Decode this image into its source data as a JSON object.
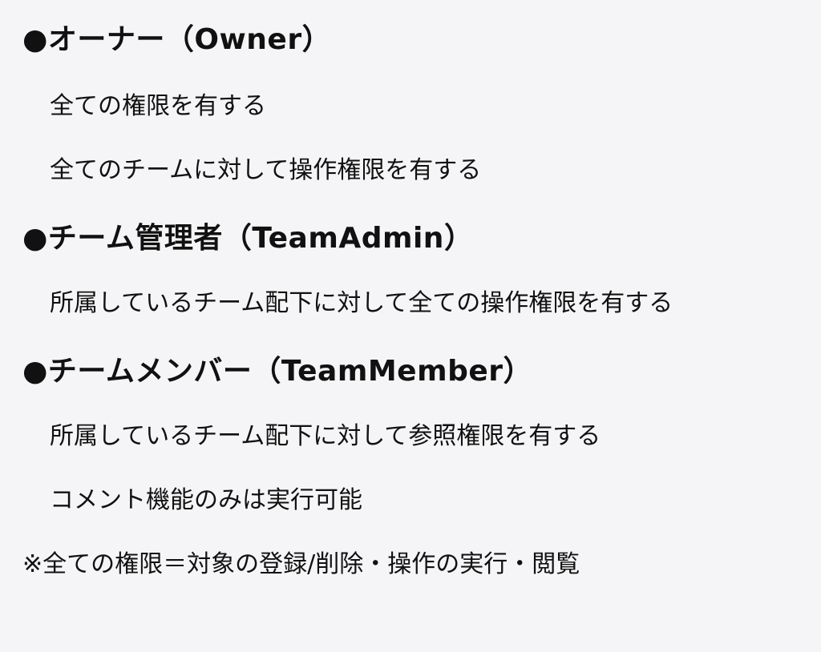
{
  "roles": {
    "owner": {
      "heading": "●オーナー（Owner）",
      "lines": [
        "全ての権限を有する",
        "全てのチームに対して操作権限を有する"
      ]
    },
    "team_admin": {
      "heading": "●チーム管理者（TeamAdmin）",
      "lines": [
        "所属しているチーム配下に対して全ての操作権限を有する"
      ]
    },
    "team_member": {
      "heading": "●チームメンバー（TeamMember）",
      "lines": [
        "所属しているチーム配下に対して参照権限を有する",
        "コメント機能のみは実行可能"
      ]
    }
  },
  "footnote": "※全ての権限＝対象の登録/削除・操作の実行・閲覧"
}
